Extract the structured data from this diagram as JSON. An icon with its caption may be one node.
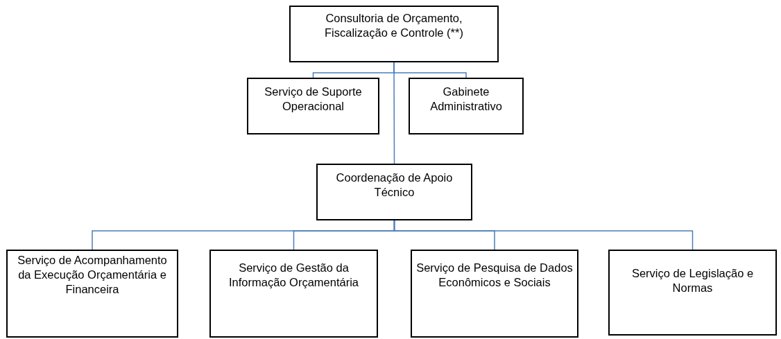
{
  "diagram": {
    "nodes": [
      {
        "text": [
          "Consultoria de Orçamento, Fiscalização e Controle (**)"
        ]
      },
      {
        "text": [
          "Serviço de Suporte Operacional"
        ]
      },
      {
        "text": [
          "Gabinete Administrativo"
        ]
      },
      {
        "text": [
          "Coordenação de Apoio Técnico"
        ]
      },
      {
        "text": [
          "Serviço de Acompanhamento da Execução Orçamentária e Financeira"
        ]
      },
      {
        "text": [
          "Serviço de Gestão da Informação Orçamentária"
        ]
      },
      {
        "text": [
          "Serviço de Pesquisa de Dados Econômicos e Sociais"
        ]
      },
      {
        "text": [
          "Serviço de Legislação e Normas"
        ]
      }
    ],
    "edges": [
      {
        "from": 0,
        "to": 1,
        "arrow": "none"
      },
      {
        "from": 0,
        "to": 2,
        "arrow": "none"
      },
      {
        "from": 0,
        "to": 3,
        "arrow": "none"
      },
      {
        "from": 3,
        "to": 4,
        "arrow": "none"
      },
      {
        "from": 3,
        "to": 5,
        "arrow": "none"
      },
      {
        "from": 3,
        "to": 6,
        "arrow": "none"
      },
      {
        "from": 3,
        "to": 7,
        "arrow": "none"
      }
    ]
  }
}
